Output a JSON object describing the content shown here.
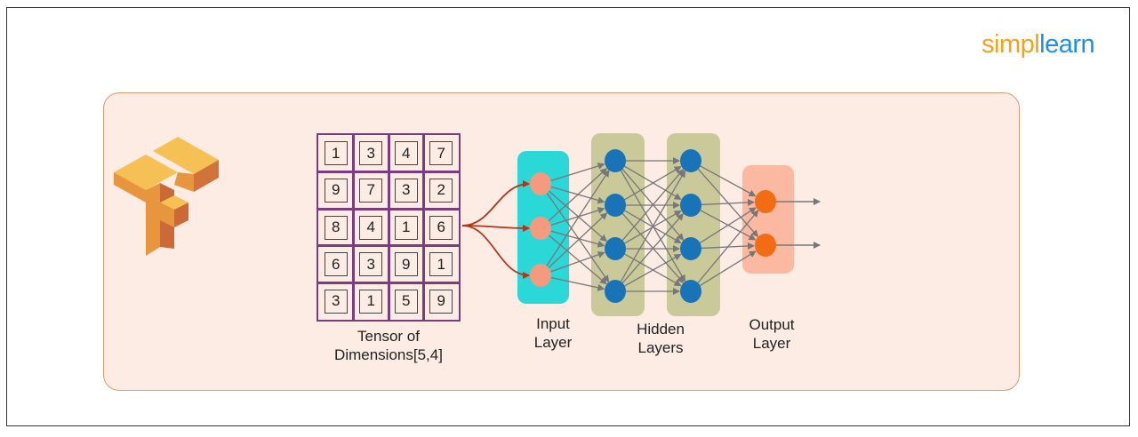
{
  "brand": {
    "part1": "simpl",
    "part2": "learn"
  },
  "tensor": {
    "cells": [
      [
        "1",
        "3",
        "4",
        "7"
      ],
      [
        "9",
        "7",
        "3",
        "2"
      ],
      [
        "8",
        "4",
        "1",
        "6"
      ],
      [
        "6",
        "3",
        "9",
        "1"
      ],
      [
        "3",
        "1",
        "5",
        "9"
      ]
    ],
    "label_line1": "Tensor of",
    "label_line2": "Dimensions[5,4]"
  },
  "network": {
    "input_label_line1": "Input",
    "input_label_line2": "Layer",
    "hidden_label_line1": "Hidden",
    "hidden_label_line2": "Layers",
    "output_label_line1": "Output",
    "output_label_line2": "Layer",
    "layer_sizes": [
      3,
      4,
      4,
      2
    ]
  },
  "colors": {
    "card_bg": "#fcece4",
    "input_panel": "#2ad8d8",
    "input_node": "#f59a7e",
    "hidden_panel": "#c9c99a",
    "hidden_node": "#1973b8",
    "output_panel": "#fbb9a2",
    "output_node": "#f26d12",
    "tensor_border": "#7b3d7e",
    "arrow_red": "#b0361c",
    "edge": "#777777"
  }
}
